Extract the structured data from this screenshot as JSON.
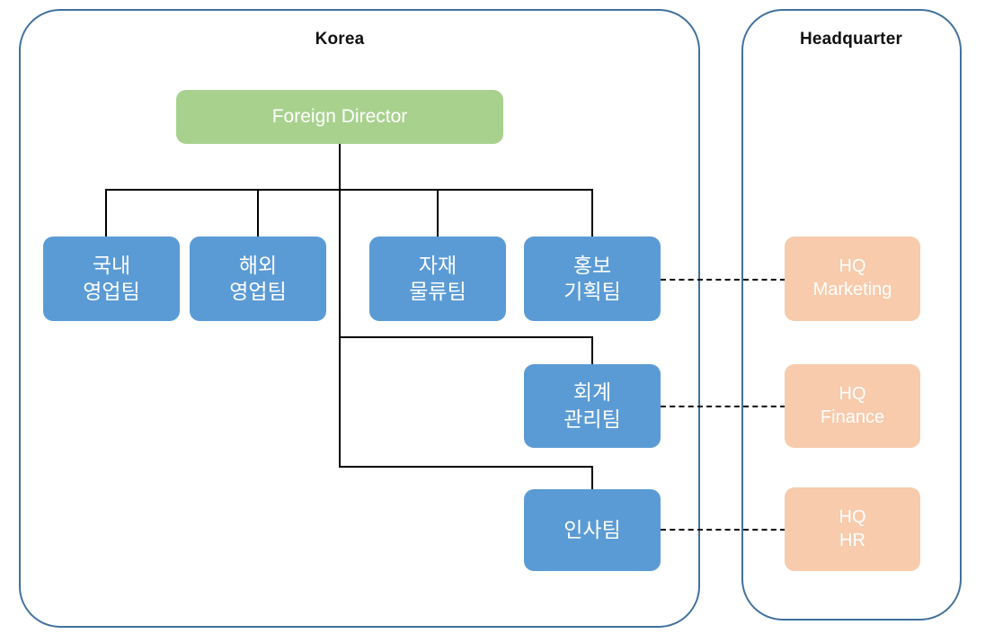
{
  "diagram": {
    "title": "Korea - Headquarter organization chart",
    "colors": {
      "container_border": "#41719c",
      "director_fill": "#a9d18e",
      "team_fill": "#5b9bd5",
      "hq_fill": "#f7cbac",
      "connector": "#000000",
      "label_text": "#111111",
      "node_text": "#ffffff"
    }
  },
  "groups": {
    "korea": {
      "label": "Korea"
    },
    "headquarter": {
      "label": "Headquarter"
    }
  },
  "nodes": {
    "director": {
      "label": "Foreign Director"
    },
    "teams": [
      {
        "key": "domestic_sales",
        "label": "국내\n영업팀"
      },
      {
        "key": "overseas_sales",
        "label": "해외\n영업팀"
      },
      {
        "key": "materials_logistics",
        "label": "자재\n물류팀"
      },
      {
        "key": "pr_planning",
        "label": "홍보\n기획팀"
      },
      {
        "key": "accounting",
        "label": "회계\n관리팀"
      },
      {
        "key": "hr",
        "label": "인사팀"
      }
    ],
    "hq": [
      {
        "key": "hq_marketing",
        "label": "HQ\nMarketing"
      },
      {
        "key": "hq_finance",
        "label": "HQ\nFinance"
      },
      {
        "key": "hq_hr",
        "label": "HQ\nHR"
      }
    ]
  },
  "relations": {
    "dashed_links": [
      {
        "from": "pr_planning",
        "to": "hq_marketing"
      },
      {
        "from": "accounting",
        "to": "hq_finance"
      },
      {
        "from": "hr",
        "to": "hq_hr"
      }
    ],
    "reports_to_director": [
      "domestic_sales",
      "overseas_sales",
      "materials_logistics",
      "pr_planning",
      "accounting",
      "hr"
    ]
  }
}
